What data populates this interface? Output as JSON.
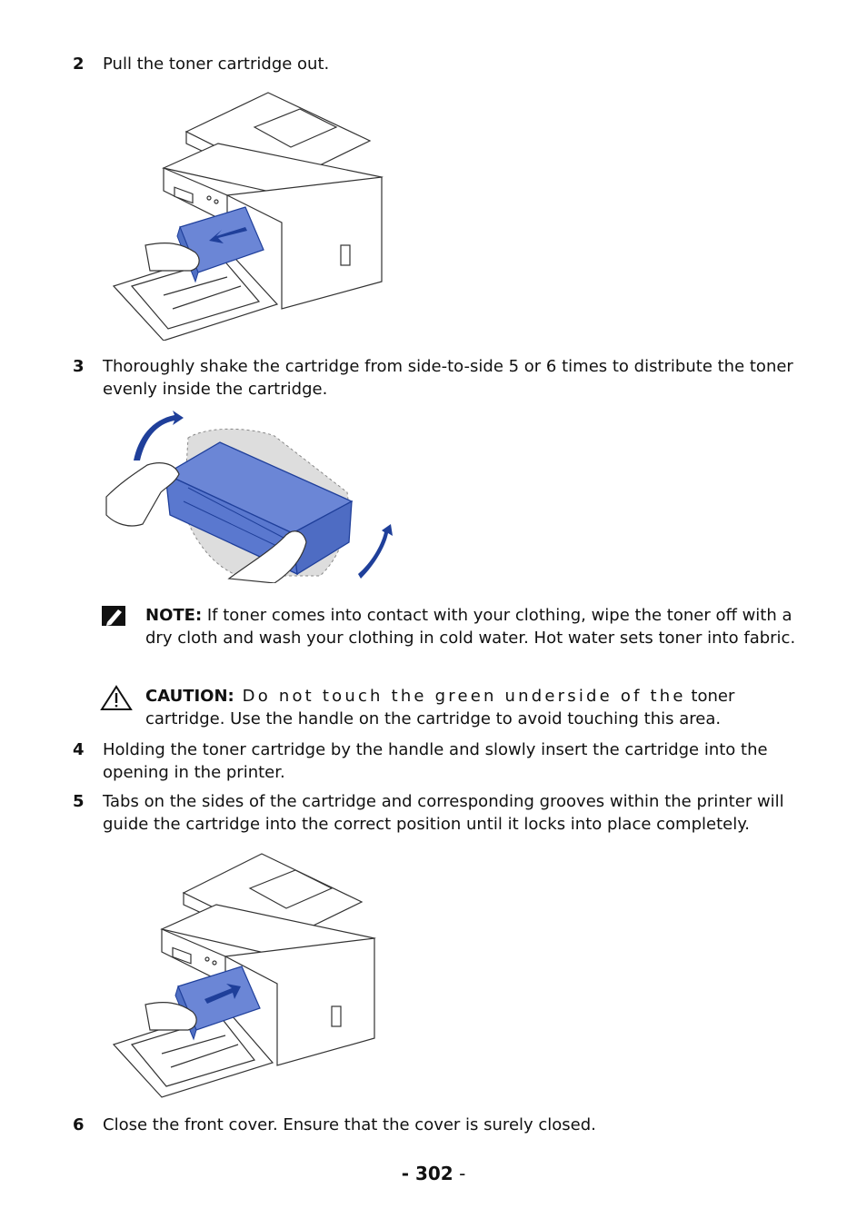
{
  "steps": [
    {
      "number": "2",
      "text": "Pull the toner cartridge out."
    },
    {
      "number": "3",
      "text": "Thoroughly shake the cartridge from side-to-side 5 or 6 times to distribute the toner evenly inside the cartridge."
    },
    {
      "number": "4",
      "text": "Holding the toner cartridge by the handle and slowly insert the cartridge into the opening in the printer."
    },
    {
      "number": "5",
      "text": "Tabs on the sides of the cartridge and corresponding grooves within the printer will guide the cartridge into the correct position until it locks into place completely."
    },
    {
      "number": "6",
      "text": "Close the front cover. Ensure that the cover is surely closed."
    }
  ],
  "note": {
    "label": "NOTE:",
    "text": " If toner comes into contact with your clothing, wipe the toner off with a dry cloth and wash your clothing in cold water. Hot water sets toner into fabric.",
    "icon": "pencil-note-icon"
  },
  "caution": {
    "label": "CAUTION:",
    "spaced_text": " Do not touch the green underside of the",
    "text": " toner cartridge. Use the handle on the cartridge to avoid touching this area.",
    "icon": "warning-triangle-icon"
  },
  "page": {
    "prefix": "- ",
    "number": "302",
    "suffix": " -"
  },
  "colors": {
    "cartridge_blue": "#6b86d6",
    "arrow_blue": "#1f3f9a",
    "line": "#333333"
  }
}
